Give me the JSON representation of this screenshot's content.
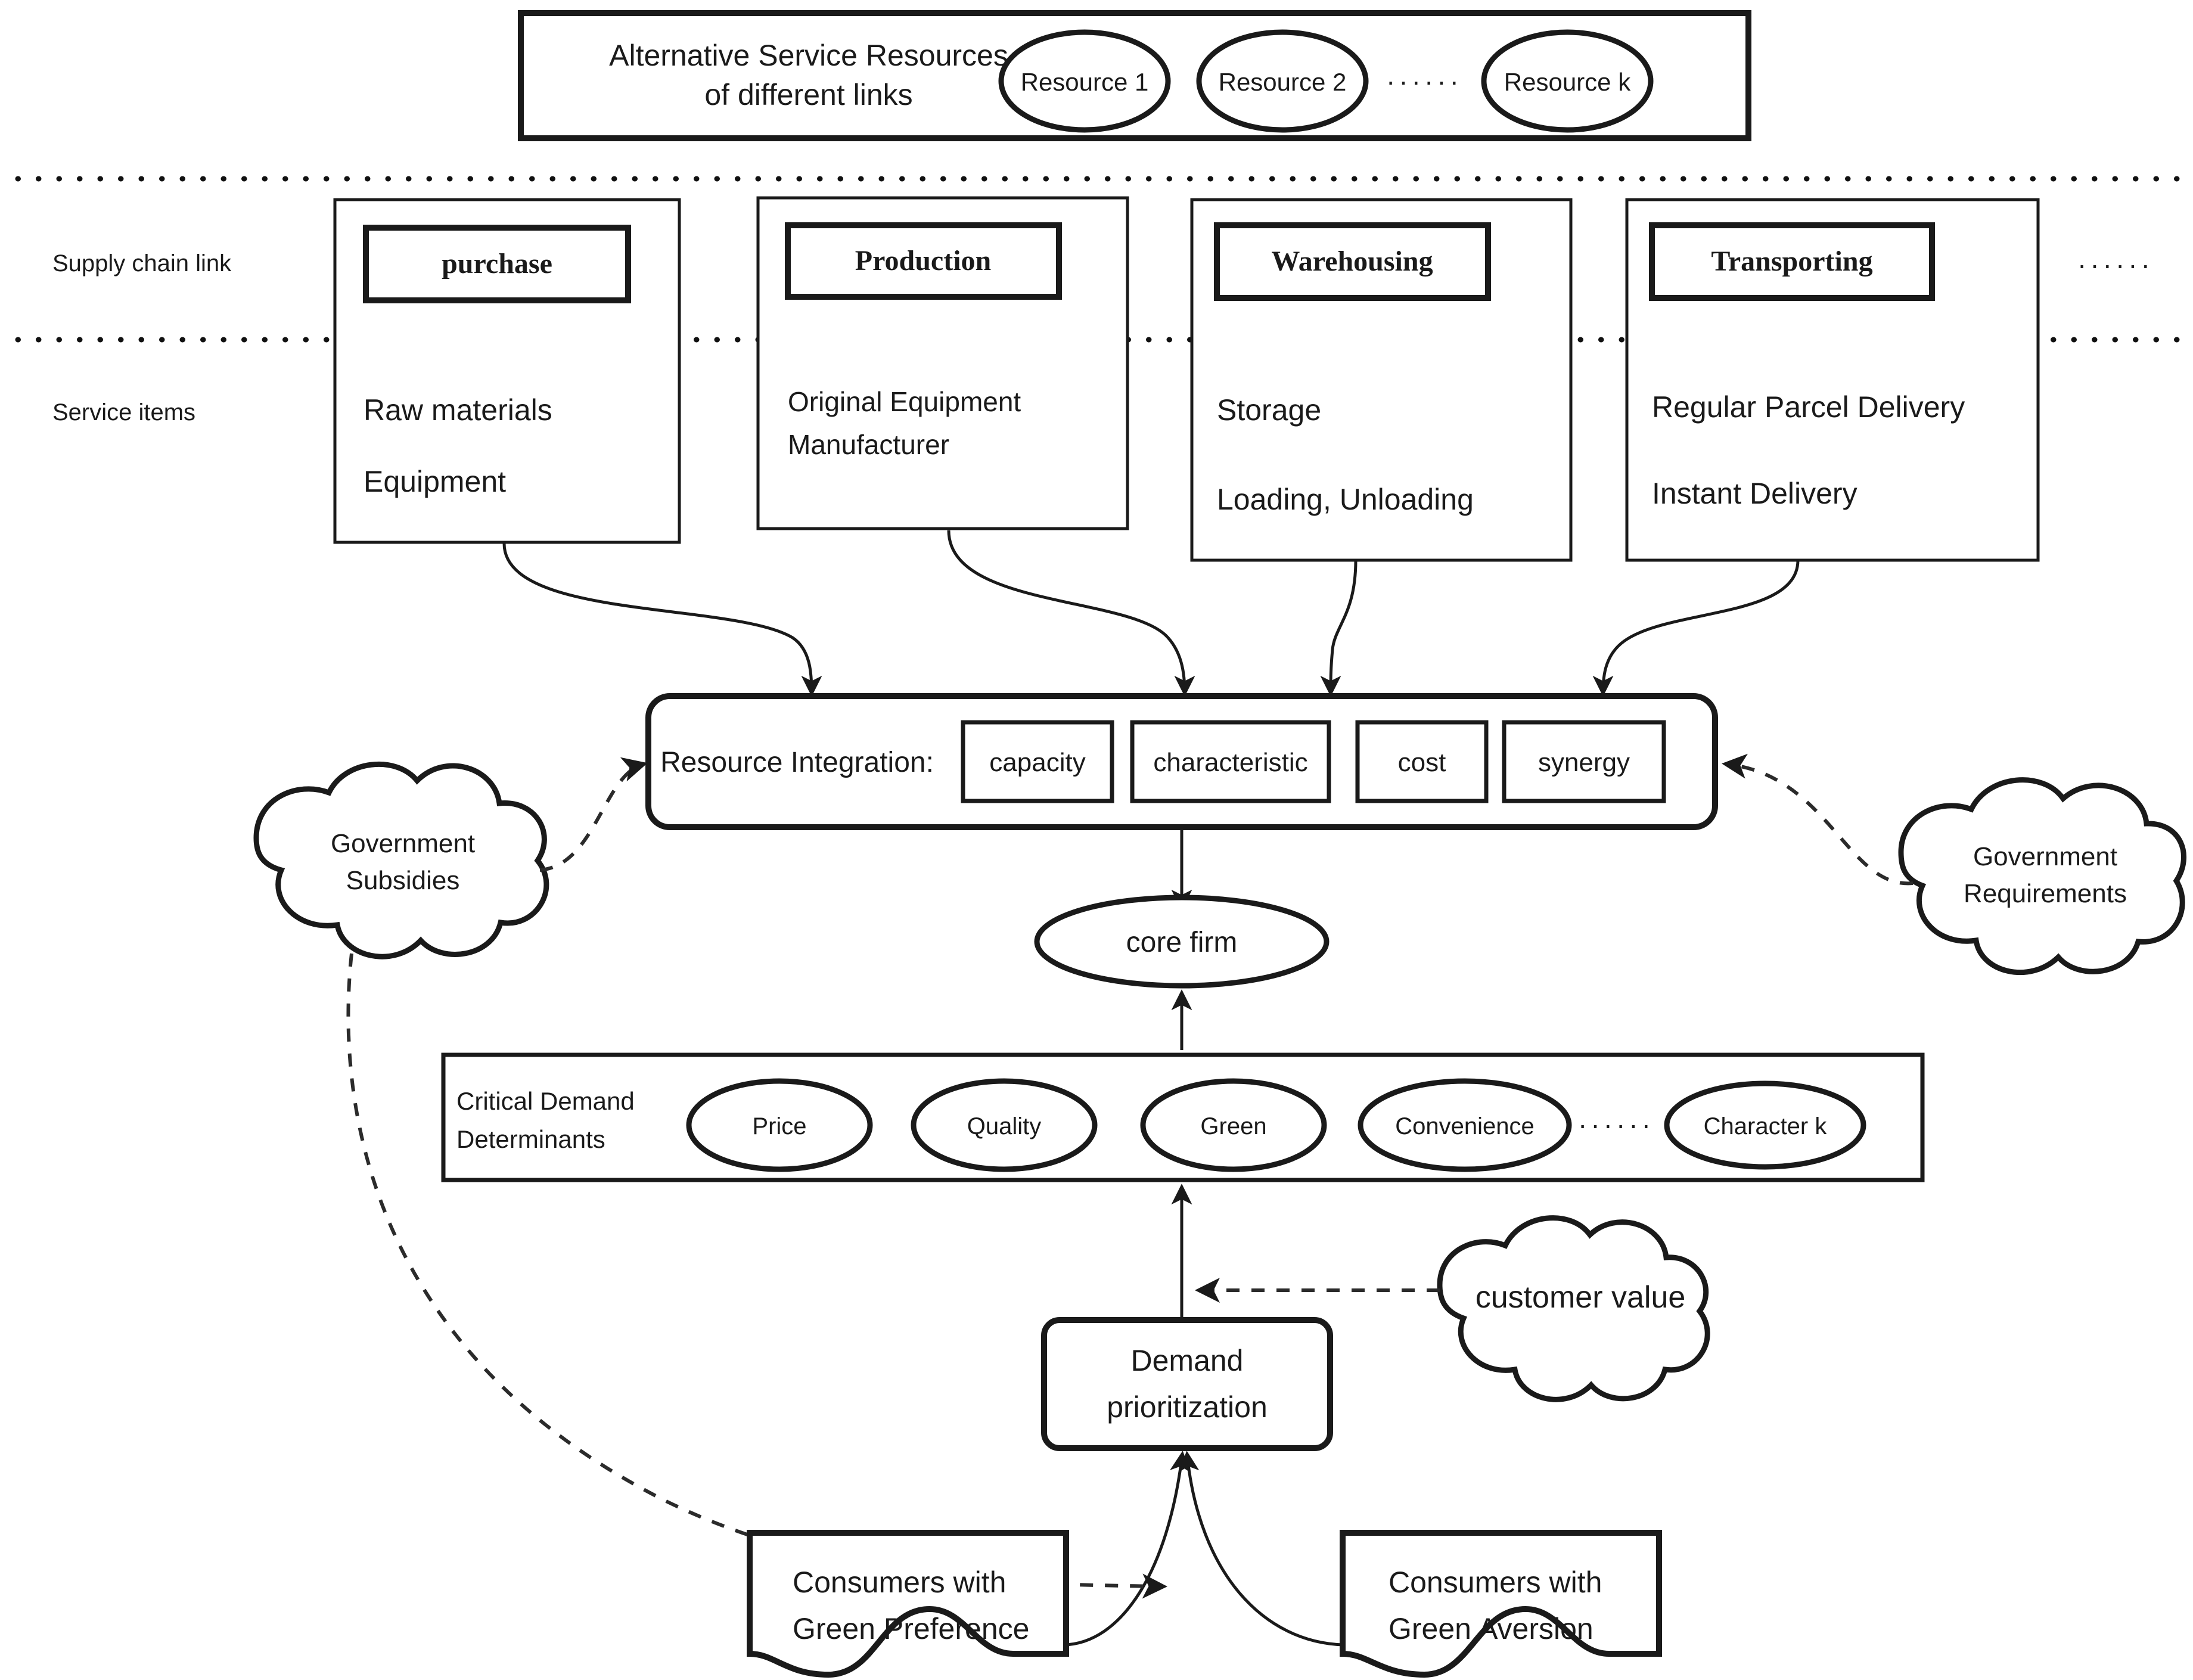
{
  "top_panel": {
    "label_line1": "Alternative Service Resources",
    "label_line2": "of different links",
    "resources": [
      "Resource 1",
      "Resource 2",
      "Resource k"
    ],
    "ellipsis": "······"
  },
  "row_labels": {
    "supply_chain_link": "Supply chain link",
    "service_items": "Service items"
  },
  "columns": [
    {
      "link": "purchase",
      "items": [
        "Raw materials",
        "Equipment"
      ]
    },
    {
      "link": "Production",
      "items": [
        "Original Equipment",
        "Manufacturer"
      ]
    },
    {
      "link": "Warehousing",
      "items": [
        "Storage",
        "Loading, Unloading"
      ]
    },
    {
      "link": "Transporting",
      "items": [
        "Regular Parcel Delivery",
        "Instant Delivery"
      ]
    }
  ],
  "columns_ellipsis": "······",
  "resource_integration": {
    "title": "Resource Integration:",
    "chips": [
      "capacity",
      "characteristic",
      "cost",
      "synergy"
    ]
  },
  "clouds": {
    "government_subsidies_line1": "Government",
    "government_subsidies_line2": "Subsidies",
    "government_requirements_line1": "Government",
    "government_requirements_line2": "Requirements",
    "customer_value": "customer value"
  },
  "core_firm": "core firm",
  "critical_demand": {
    "label_line1": "Critical Demand",
    "label_line2": "Determinants",
    "determinants": [
      "Price",
      "Quality",
      "Green",
      "Convenience",
      "Character k"
    ],
    "ellipsis": "······"
  },
  "demand_prioritization_line1": "Demand",
  "demand_prioritization_line2": "prioritization",
  "consumers": [
    {
      "line1": "Consumers with",
      "line2": "Green Preference"
    },
    {
      "line1": "Consumers with",
      "line2": "Green Aversion"
    }
  ],
  "colors": {
    "stroke": "#1a1a1a",
    "background": "#ffffff",
    "dashed": "#2b2b2b"
  }
}
